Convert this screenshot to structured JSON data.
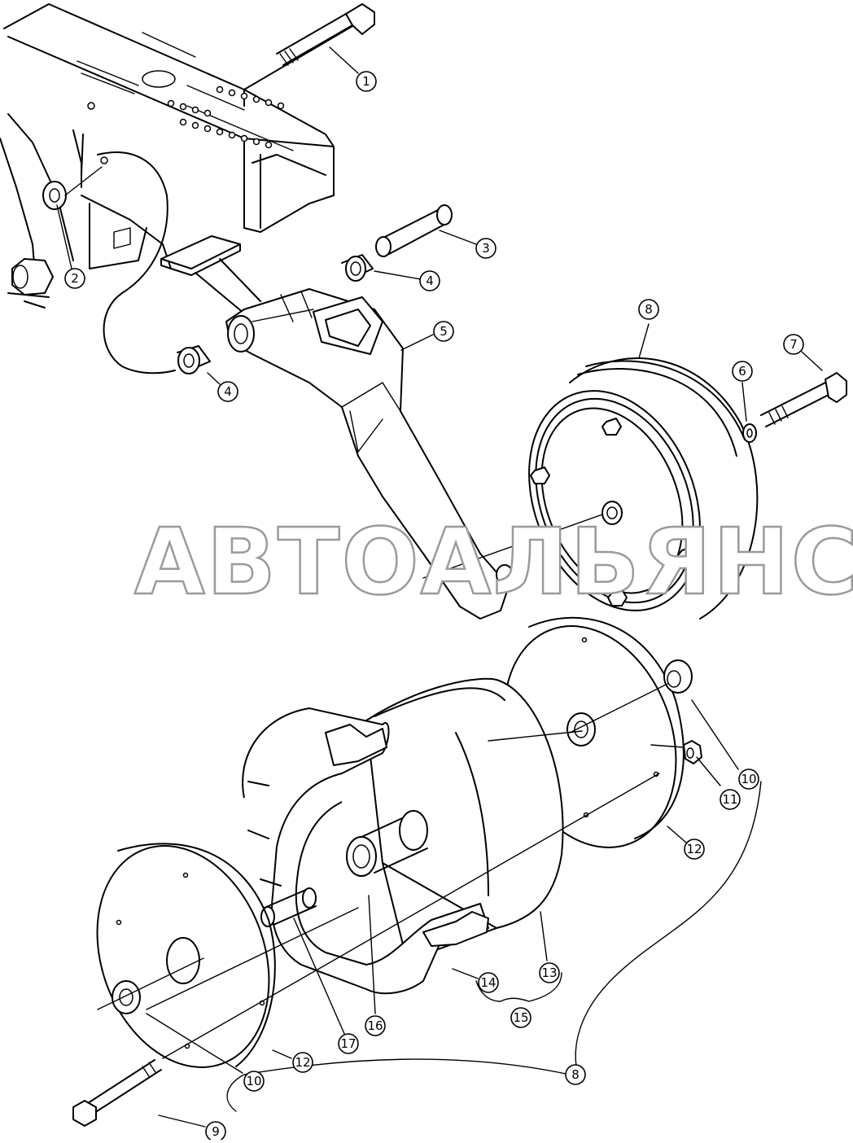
{
  "watermark": "АВТОАЛЬЯНС",
  "callouts": [
    {
      "id": "c1",
      "label": "1"
    },
    {
      "id": "c2",
      "label": "2"
    },
    {
      "id": "c3",
      "label": "3"
    },
    {
      "id": "c4a",
      "label": "4"
    },
    {
      "id": "c4b",
      "label": "4"
    },
    {
      "id": "c5",
      "label": "5"
    },
    {
      "id": "c6",
      "label": "6"
    },
    {
      "id": "c7",
      "label": "7"
    },
    {
      "id": "c8a",
      "label": "8"
    },
    {
      "id": "c8b",
      "label": "8"
    },
    {
      "id": "c9",
      "label": "9"
    },
    {
      "id": "c10a",
      "label": "10"
    },
    {
      "id": "c10b",
      "label": "10"
    },
    {
      "id": "c11",
      "label": "11"
    },
    {
      "id": "c12a",
      "label": "12"
    },
    {
      "id": "c12b",
      "label": "12"
    },
    {
      "id": "c13",
      "label": "13"
    },
    {
      "id": "c14",
      "label": "14"
    },
    {
      "id": "c15",
      "label": "15"
    },
    {
      "id": "c16",
      "label": "16"
    },
    {
      "id": "c17",
      "label": "17"
    }
  ]
}
